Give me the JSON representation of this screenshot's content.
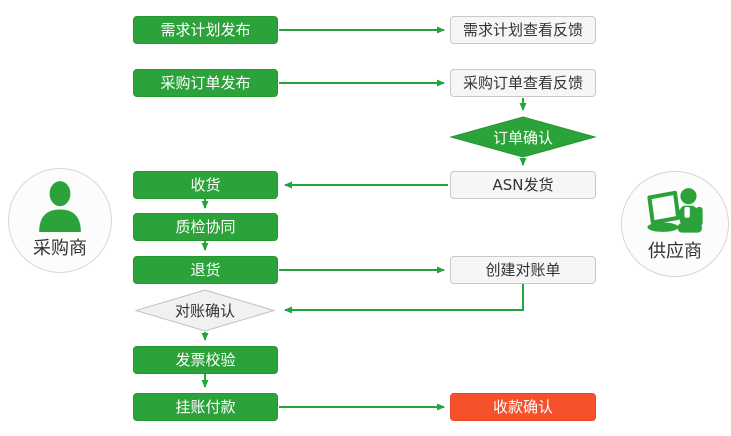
{
  "actors": {
    "buyer": "采购商",
    "supplier": "供应商"
  },
  "nodes": {
    "demand_plan_publish": "需求计划发布",
    "demand_plan_feedback": "需求计划查看反馈",
    "po_publish": "采购订单发布",
    "po_feedback": "采购订单查看反馈",
    "order_confirm": "订单确认",
    "receive": "收货",
    "asn_ship": "ASN发货",
    "quality_check": "质检协同",
    "return_goods": "退货",
    "create_statement": "创建对账单",
    "recon_confirm": "对账确认",
    "invoice_check": "发票校验",
    "book_payment": "挂账付款",
    "receipt_confirm": "收款确认"
  },
  "colors": {
    "process_green": "#2ba23a",
    "arrow_green": "#22a63c",
    "alert_red": "#f4512c",
    "neutral_box": "#f6f6f6",
    "neutral_border": "#c9c9c9",
    "text_dark": "#333333",
    "text_light": "#ffffff"
  }
}
